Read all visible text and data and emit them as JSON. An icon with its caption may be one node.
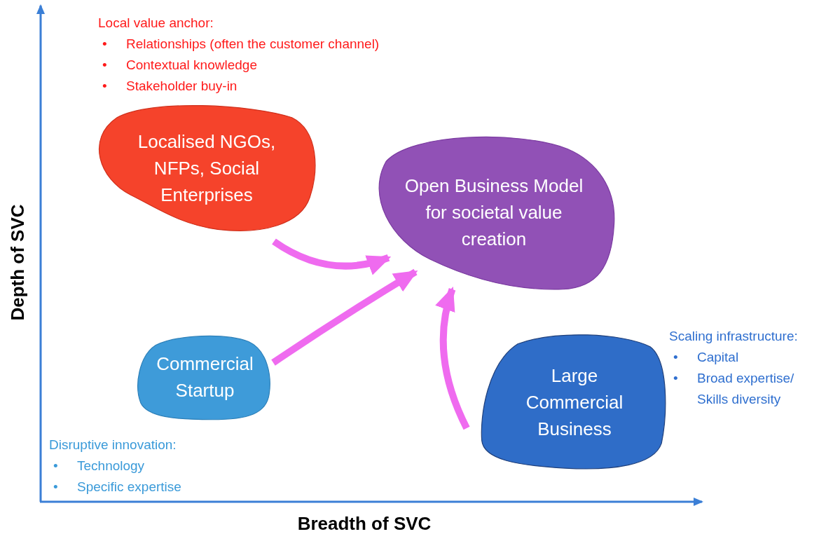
{
  "diagram": {
    "nodes": [
      {
        "text": [
          "Localised NGOs, NFPs, Social Enterprises"
        ],
        "beside": [
          "Local value anchor:",
          "•",
          "Relationships (often the customer channel)",
          "•",
          "Contextual knowledge",
          "•",
          "Stakeholder buy-in"
        ]
      },
      {
        "text": [
          "Open Business Model for societal value creation"
        ]
      },
      {
        "text": [
          "Commercial Startup"
        ],
        "beside": [
          "Disruptive innovation:",
          "•",
          "Technology",
          "•",
          "Specific expertise"
        ]
      },
      {
        "text": [
          "Large Commercial Business"
        ],
        "beside": [
          "Scaling infrastructure:",
          "•",
          "Capital",
          "•",
          "Broad expertise/ Skills diversity"
        ]
      }
    ],
    "edges": [
      {
        "from": 0,
        "to": 1,
        "arrow": "to"
      },
      {
        "from": 2,
        "to": 1,
        "arrow": "to"
      },
      {
        "from": 3,
        "to": 1,
        "arrow": "to"
      }
    ],
    "labels": [
      "Depth of SVC",
      "Breadth of SVC"
    ]
  }
}
